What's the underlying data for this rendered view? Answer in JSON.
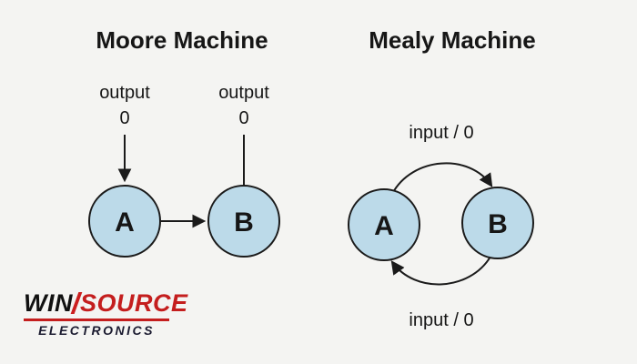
{
  "titles": {
    "moore": "Moore Machine",
    "mealy": "Mealy Machine"
  },
  "moore": {
    "state_a": "A",
    "state_b": "B",
    "output_a_label": "output",
    "output_a_value": "0",
    "output_b_label": "output",
    "output_b_value": "0"
  },
  "mealy": {
    "state_a": "A",
    "state_b": "B",
    "top_transition_label": "input / 0",
    "bottom_transition_label": "input / 0"
  },
  "logo": {
    "win": "WIN",
    "source": "SOURCE",
    "subtitle": "ELECTRONICS"
  },
  "colors": {
    "state_fill": "#bcdae9",
    "stroke": "#1a1a1a",
    "logo_red": "#c41e1e",
    "logo_dark": "#1b1b30",
    "background": "#f4f4f2"
  }
}
